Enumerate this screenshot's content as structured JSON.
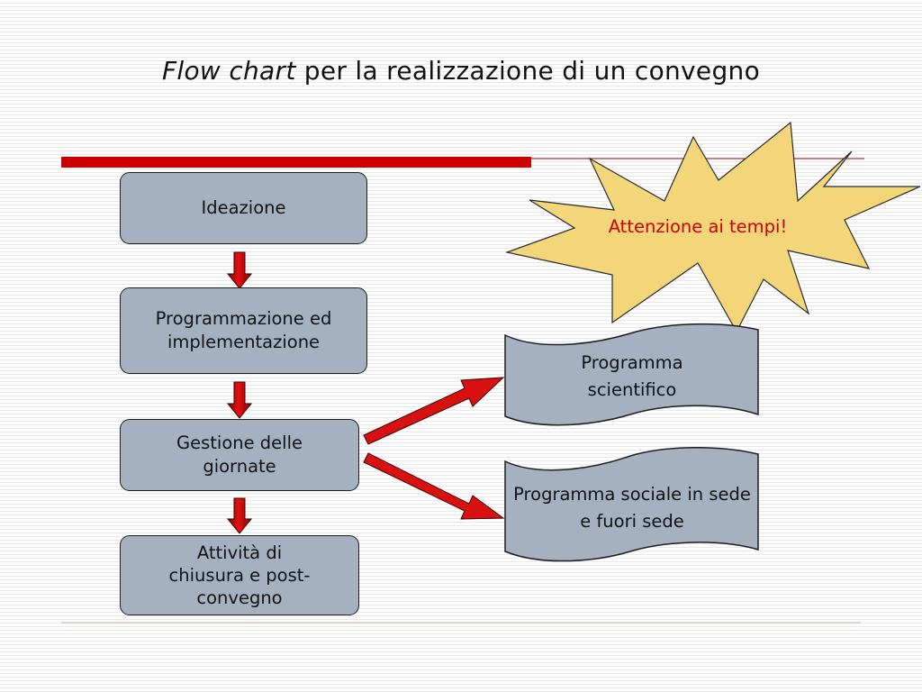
{
  "title": {
    "italic": "Flow chart",
    "rest": " per la realizzazione di un convegno"
  },
  "steps": [
    {
      "label": "Ideazione"
    },
    {
      "label": "Programmazione ed implementazione"
    },
    {
      "label": "Gestione delle giornate"
    },
    {
      "label": "Attività di chiusura e post-convegno"
    }
  ],
  "outputs": [
    {
      "label": "Programma scientifico"
    },
    {
      "label": "Programma sociale in sede e fuori sede"
    }
  ],
  "callout": {
    "label": "Attenzione ai tempi!"
  },
  "colors": {
    "accent": "#cc0000",
    "box_fill": "#a5b0c1",
    "burst_fill": "#f3d57a",
    "arrow": "#cc0000"
  }
}
